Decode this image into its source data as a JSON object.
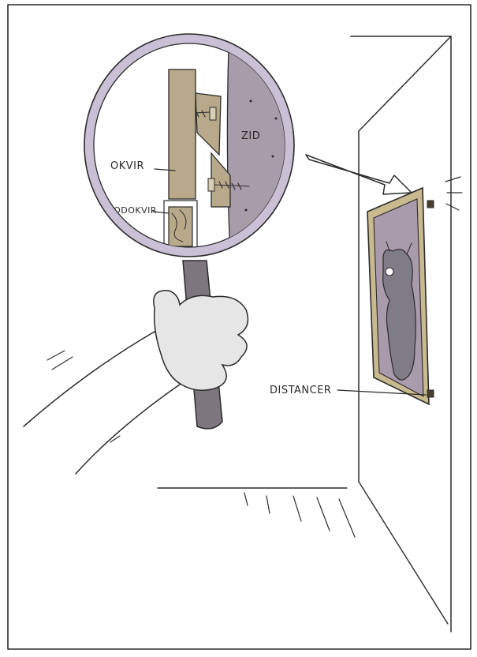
{
  "labels": {
    "wall": "ZID",
    "frame": "OKVIR",
    "subframe": "PODOKVIR",
    "spacer": "DISTANCER"
  },
  "colors": {
    "wall": "#a79ca9",
    "frame_wood": "#b7a98a",
    "lens_rim": "#c9c0d6",
    "glove": "#e6e6e6",
    "handle": "#7d767f",
    "picture_bg": "#a99aac",
    "creature": "#7f7b87"
  }
}
